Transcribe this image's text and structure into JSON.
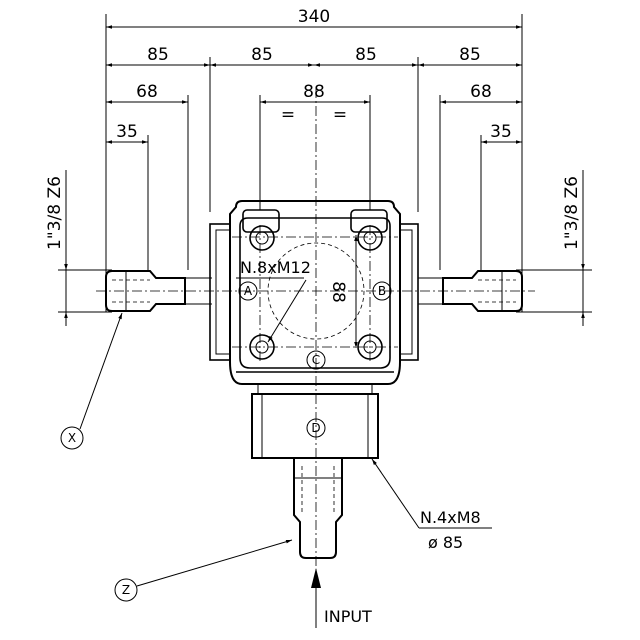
{
  "dimensions": {
    "overall": "340",
    "quarter_left_outer": "85",
    "quarter_left_inner": "85",
    "quarter_right_inner": "85",
    "quarter_right_outer": "85",
    "center_width": "88",
    "left_68": "68",
    "right_68": "68",
    "left_35": "35",
    "right_35": "35",
    "vertical_88": "88",
    "equal_mark": "="
  },
  "shaft_spec": {
    "left": "1\"3/8 Z6",
    "right": "1\"3/8 Z6"
  },
  "callouts": {
    "top_holes": "N.8xM12",
    "flange_holes": "N.4xM8",
    "flange_diameter": "ø 85",
    "input": "INPUT"
  },
  "markers": {
    "a": "A",
    "b": "B",
    "c": "C",
    "d": "D",
    "x": "X",
    "z": "Z"
  }
}
